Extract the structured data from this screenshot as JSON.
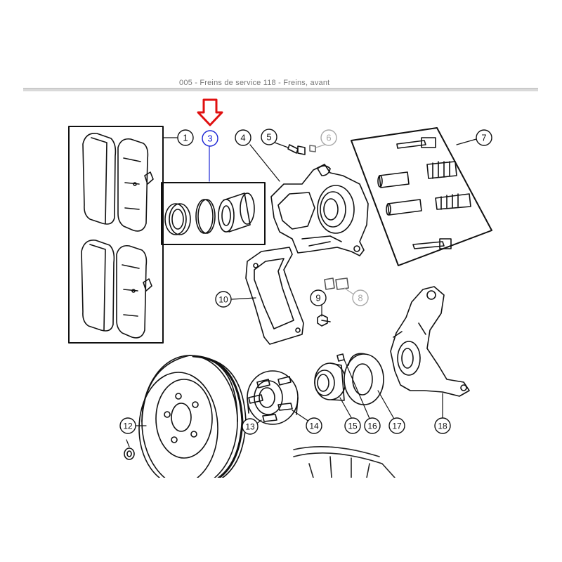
{
  "header": {
    "text": "005 - Freins de service 118 - Freins, avant"
  },
  "colors": {
    "line": "#111111",
    "highlight": "#1a24d4",
    "arrow": "#e01010",
    "muted": "#a8a8a8"
  },
  "callouts": [
    {
      "label": "1",
      "style": "normal"
    },
    {
      "label": "3",
      "style": "highlight"
    },
    {
      "label": "4",
      "style": "normal"
    },
    {
      "label": "5",
      "style": "normal"
    },
    {
      "label": "6",
      "style": "muted"
    },
    {
      "label": "7",
      "style": "normal"
    },
    {
      "label": "8",
      "style": "muted"
    },
    {
      "label": "9",
      "style": "normal"
    },
    {
      "label": "10",
      "style": "normal"
    },
    {
      "label": "12",
      "style": "normal"
    },
    {
      "label": "13",
      "style": "normal"
    },
    {
      "label": "14",
      "style": "normal"
    },
    {
      "label": "15",
      "style": "normal"
    },
    {
      "label": "16",
      "style": "normal"
    },
    {
      "label": "17",
      "style": "normal"
    },
    {
      "label": "18",
      "style": "normal"
    }
  ]
}
